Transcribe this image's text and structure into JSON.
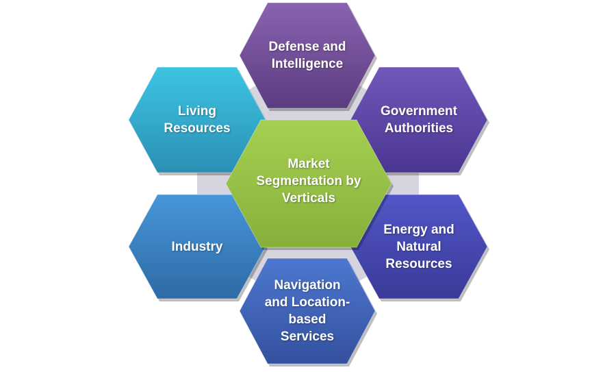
{
  "diagram": {
    "center": {
      "label": "Market\nSegmentation by\nVerticals",
      "color_top": "#a6d052",
      "color_bottom": "#86b03a"
    },
    "segments": [
      {
        "id": "defense",
        "label": "Defense and\nIntelligence",
        "color_top": "#8a63b0",
        "color_bottom": "#5b3c80"
      },
      {
        "id": "government",
        "label": "Government\nAuthorities",
        "color_top": "#7158bb",
        "color_bottom": "#4a3590"
      },
      {
        "id": "energy",
        "label": "Energy and\nNatural\nResources",
        "color_top": "#5256c8",
        "color_bottom": "#3a3a98"
      },
      {
        "id": "navigation",
        "label": "Navigation\nand Location-\nbased\nServices",
        "color_top": "#4d78d0",
        "color_bottom": "#34509e"
      },
      {
        "id": "industry",
        "label": "Industry",
        "color_top": "#4696d8",
        "color_bottom": "#2e6aa6"
      },
      {
        "id": "living",
        "label": "Living\nResources",
        "color_top": "#3ec4e4",
        "color_bottom": "#2a90b4"
      }
    ],
    "connector_color": "#d6d4de"
  }
}
